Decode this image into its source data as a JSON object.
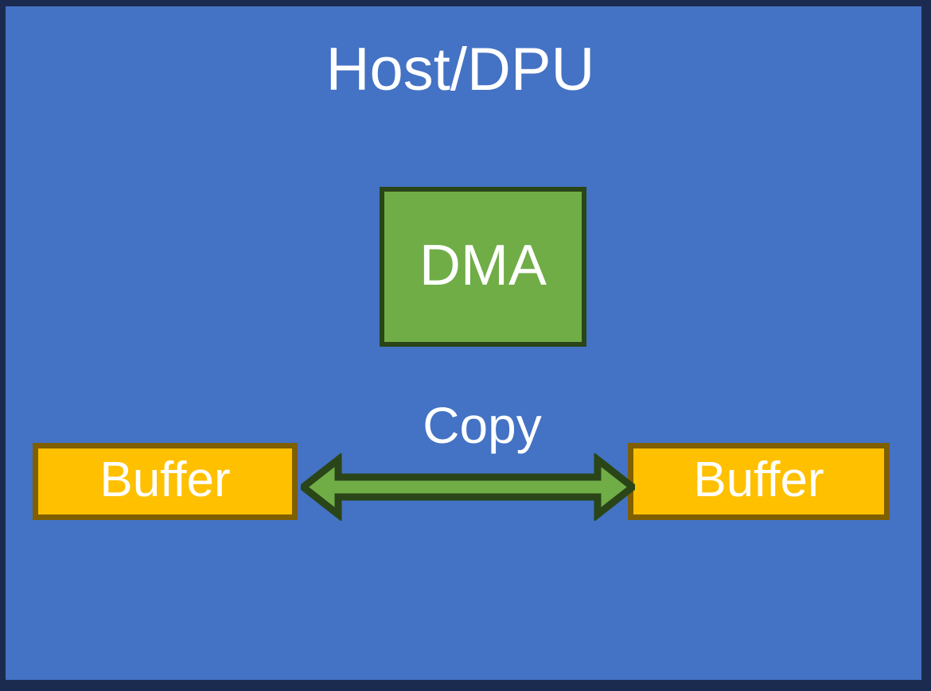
{
  "diagram": {
    "title": "Host/DPU",
    "outer_border_color": "#1B2B4F",
    "background_color": "#4472C4",
    "title_color": "#FFFFFF",
    "nodes": [
      {
        "id": "dma",
        "label": "DMA",
        "shape": "rectangle",
        "fill": "#70AD47",
        "stroke": "#2A4517",
        "text_color": "#FFFFFF"
      },
      {
        "id": "buffer-left",
        "label": "Buffer",
        "shape": "rectangle",
        "fill": "#FFC000",
        "stroke": "#7F5F00",
        "text_color": "#FFFFFF"
      },
      {
        "id": "buffer-right",
        "label": "Buffer",
        "shape": "rectangle",
        "fill": "#FFC000",
        "stroke": "#7F5F00",
        "text_color": "#FFFFFF"
      }
    ],
    "edges": [
      {
        "id": "copy-arrow",
        "label": "Copy",
        "from": "buffer-left",
        "to": "buffer-right",
        "direction": "bidirectional",
        "fill": "#70AD47",
        "stroke": "#2A4517",
        "label_color": "#FFFFFF"
      }
    ]
  }
}
